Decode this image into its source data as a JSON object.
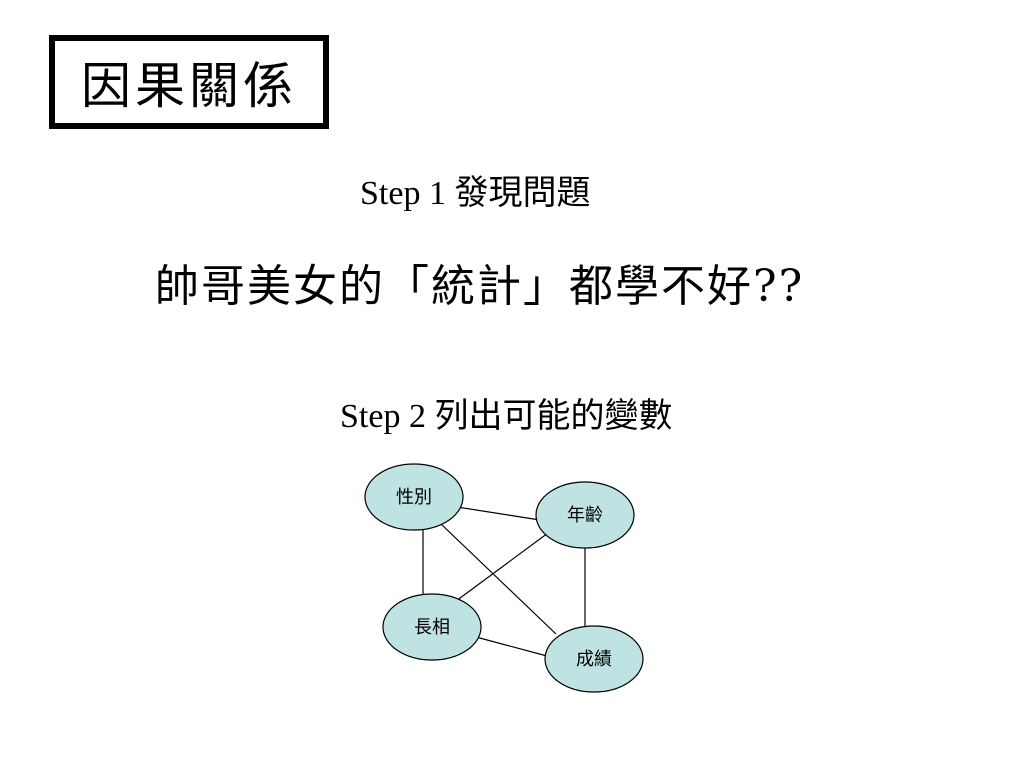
{
  "slide": {
    "title": "因果關係",
    "step1": "Step 1 發現問題",
    "problem": "帥哥美女的「統計」都學不好??",
    "step2": "Step 2 列出可能的變數"
  },
  "diagram": {
    "node_fill": "#bfe3e3",
    "node_stroke": "#000000",
    "nodes": [
      {
        "id": "gender",
        "label": "性別"
      },
      {
        "id": "age",
        "label": "年齡"
      },
      {
        "id": "looks",
        "label": "長相"
      },
      {
        "id": "grades",
        "label": "成績"
      }
    ],
    "edges": [
      [
        "gender",
        "age"
      ],
      [
        "gender",
        "looks"
      ],
      [
        "gender",
        "grades"
      ],
      [
        "age",
        "looks"
      ],
      [
        "age",
        "grades"
      ],
      [
        "looks",
        "grades"
      ]
    ]
  }
}
